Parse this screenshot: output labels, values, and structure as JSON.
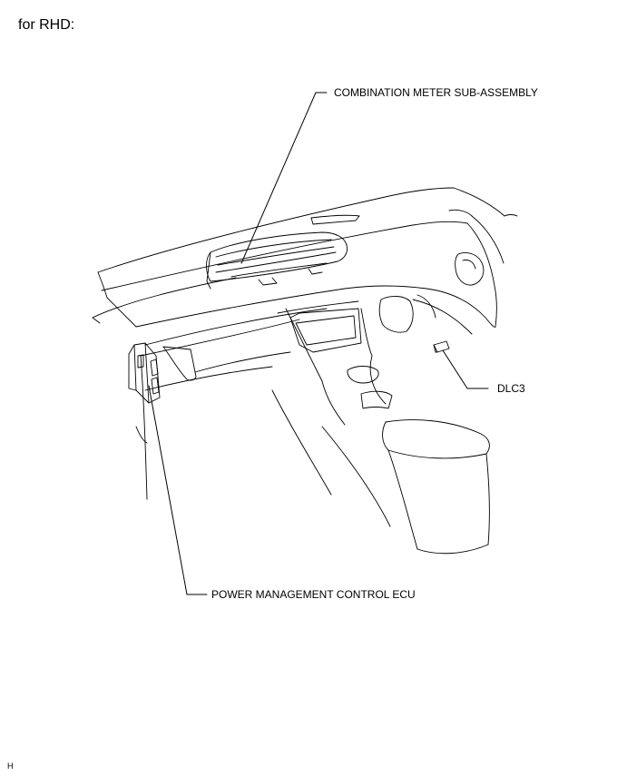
{
  "heading": "for RHD:",
  "callouts": {
    "combination_meter": "COMBINATION METER SUB-ASSEMBLY",
    "dlc3": "DLC3",
    "power_management_ecu": "POWER MANAGEMENT CONTROL ECU"
  },
  "footer_code": "H",
  "colors": {
    "line": "#000000",
    "background": "#ffffff"
  }
}
